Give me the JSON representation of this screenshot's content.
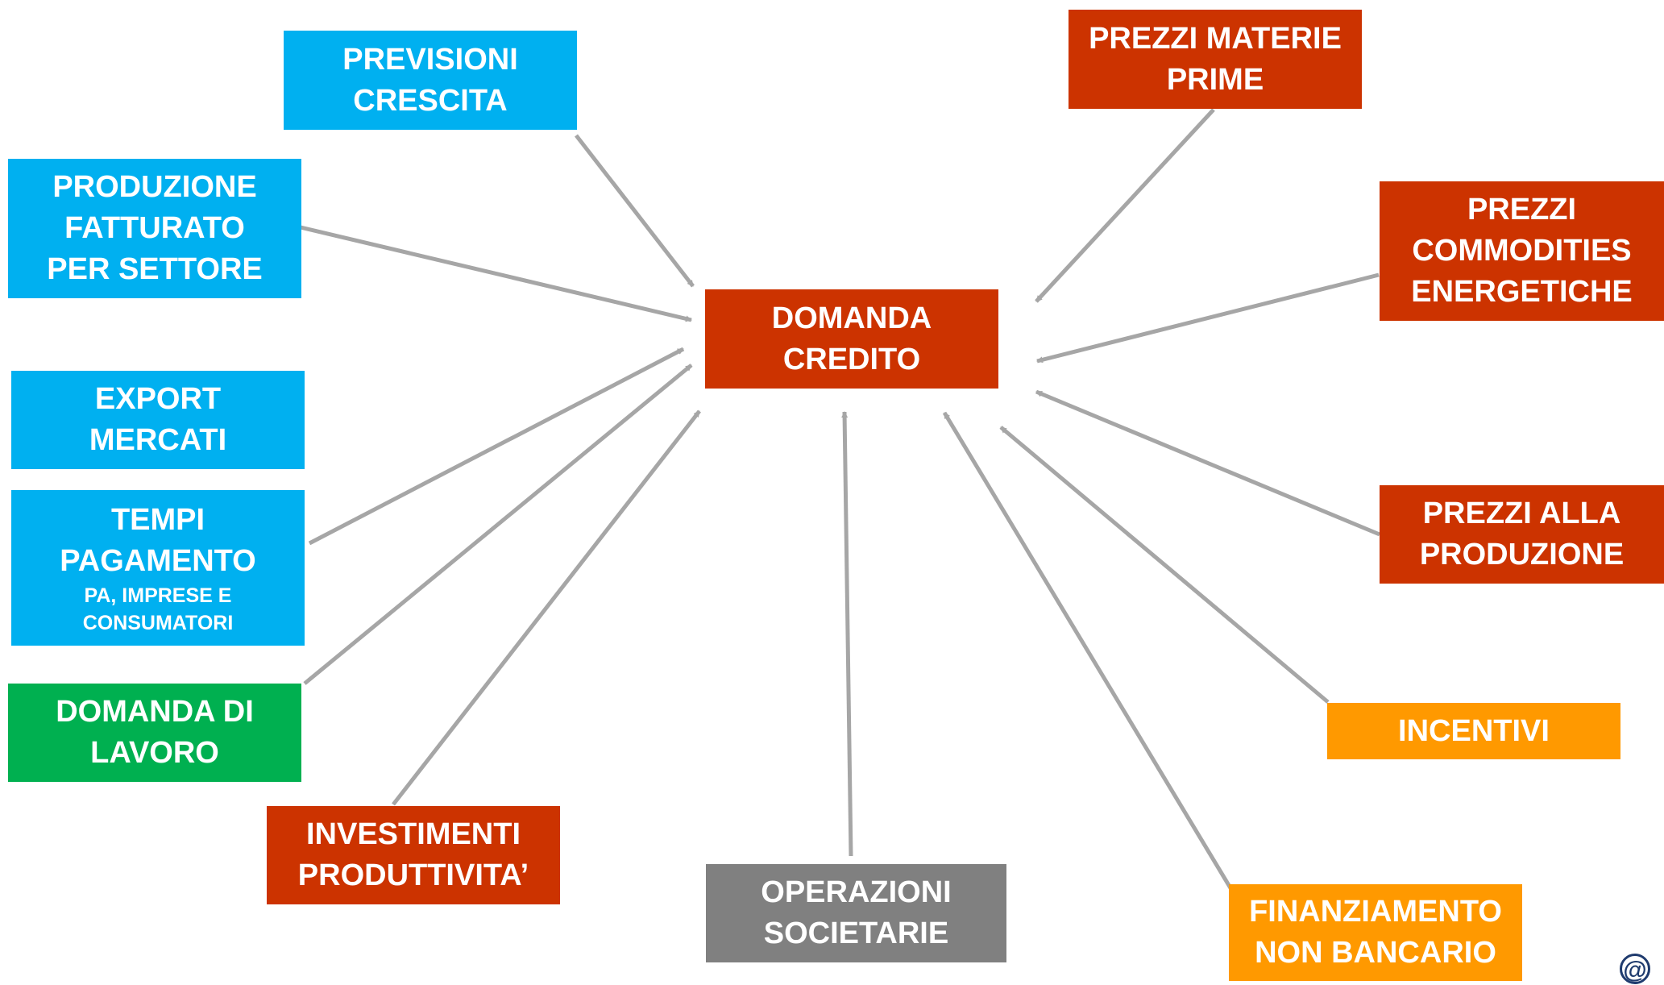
{
  "center": {
    "lines": [
      "DOMANDA",
      "CREDITO"
    ]
  },
  "nodes": {
    "previsioni": {
      "lines": [
        "PREVISIONI",
        "CRESCITA"
      ]
    },
    "produzione": {
      "lines": [
        "PRODUZIONE",
        "FATTURATO",
        "PER SETTORE"
      ]
    },
    "export": {
      "lines": [
        "EXPORT",
        "MERCATI"
      ]
    },
    "tempi": {
      "lines": [
        "TEMPI",
        "PAGAMENTO"
      ],
      "sub": [
        "PA, IMPRESE E",
        "CONSUMATORI"
      ]
    },
    "lavoro": {
      "lines": [
        "DOMANDA DI",
        "LAVORO"
      ]
    },
    "investimenti": {
      "lines": [
        "INVESTIMENTI",
        "PRODUTTIVITA’"
      ]
    },
    "operazioni": {
      "lines": [
        "OPERAZIONI",
        "SOCIETARIE"
      ]
    },
    "finanziamento": {
      "lines": [
        "FINANZIAMENTO",
        "NON BANCARIO"
      ]
    },
    "incentivi": {
      "lines": [
        "INCENTIVI"
      ]
    },
    "prezzi_prod": {
      "lines": [
        "PREZZI ALLA",
        "PRODUZIONE"
      ]
    },
    "commodities": {
      "lines": [
        "PREZZI",
        "COMMODITIES",
        "ENERGETICHE"
      ]
    },
    "materie": {
      "lines": [
        "PREZZI MATERIE",
        "PRIME"
      ]
    }
  },
  "colors": {
    "blue": "#00b0f0",
    "red": "#cc3300",
    "green": "#00b050",
    "orange": "#ff9900",
    "gray": "#808080",
    "arrow": "#a6a6a6"
  },
  "logo": {
    "glyph": "@"
  }
}
